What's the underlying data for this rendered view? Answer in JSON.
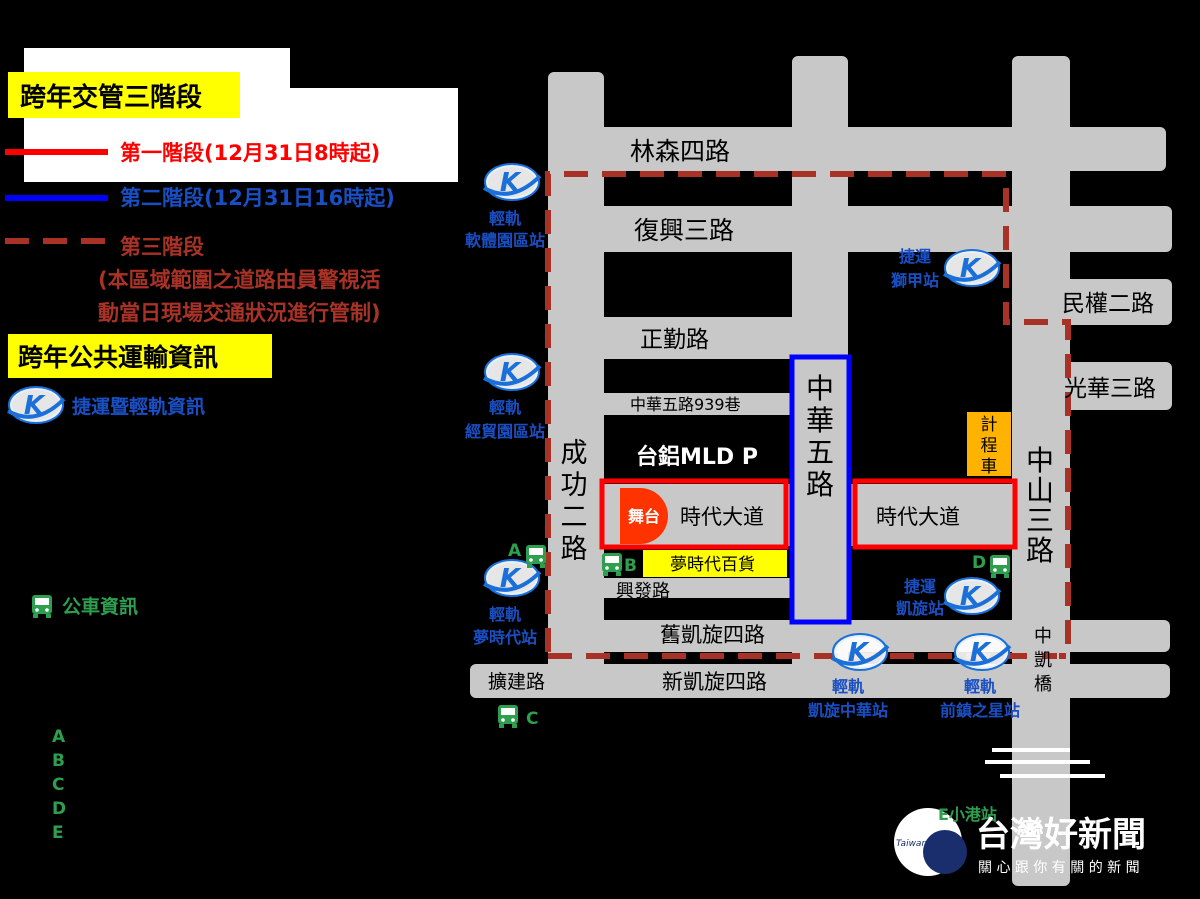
{
  "legend": {
    "title_phases": "跨年交管三階段",
    "phase1": "第一階段(12月31日8時起)",
    "phase2": "第二階段(12月31日16時起)",
    "phase3": "第三階段",
    "phase3_note1": "(本區域範圍之道路由員警視活",
    "phase3_note2": "動當日現場交通狀況進行管制)",
    "title_transit": "跨年公共運輸資訊",
    "mrt_lrt": "捷運暨輕軌資訊",
    "bus": "公車資訊",
    "bus_letters": [
      "A",
      "B",
      "C",
      "D",
      "E"
    ],
    "colors": {
      "phase1": "#ff0000",
      "phase2": "#0000ff",
      "phase3": "#a93226",
      "transit": "#1a4fc4",
      "bus": "#2e9e4f",
      "road": "#c8c8c8"
    }
  },
  "roads": {
    "linsen4": "林森四路",
    "fuxing3": "復興三路",
    "minquan2": "民權二路",
    "zhengqin": "正勤路",
    "guanghua3": "光華三路",
    "zhonghua5_939": "中華五路939巷",
    "zhonghua5": [
      "中",
      "華",
      "五",
      "路"
    ],
    "chenggong2": [
      "成",
      "功",
      "二",
      "路"
    ],
    "zhongshan3": [
      "中",
      "山",
      "三",
      "路"
    ],
    "shidai_left": "時代大道",
    "shidai_right": "時代大道",
    "xingfa": "興發路",
    "jiukaixuan4": "舊凱旋四路",
    "xinkaixuan4": "新凱旋四路",
    "kuangjian": "擴建路",
    "zhongkai_bridge": [
      "中",
      "凱",
      "橋"
    ]
  },
  "places": {
    "mld": "台鋁MLD P",
    "stage": "舞台",
    "dream_mall": "夢時代百貨",
    "taxi": [
      "計",
      "程",
      "車"
    ]
  },
  "stations": {
    "lrt_software": [
      "輕軌",
      "軟體園區站"
    ],
    "mrt_shijia": [
      "捷運",
      "獅甲站"
    ],
    "lrt_jingmao": [
      "輕軌",
      "經貿園區站"
    ],
    "lrt_dream": [
      "輕軌",
      "夢時代站"
    ],
    "mrt_kaixuan": [
      "捷運",
      "凱旋站"
    ],
    "lrt_kaixuan_zhonghua": [
      "輕軌",
      "凱旋中華站"
    ],
    "lrt_qianzhen": [
      "輕軌",
      "前鎮之星站"
    ],
    "e_xiaogang": "E小港站"
  },
  "bus_stops": {
    "a": "A",
    "b": "B",
    "c": "C",
    "d": "D"
  },
  "watermark": {
    "name": "台灣好新聞",
    "sub": "關 心 跟 你 有 關 的 新 聞",
    "logo": "TaiwanHot"
  }
}
